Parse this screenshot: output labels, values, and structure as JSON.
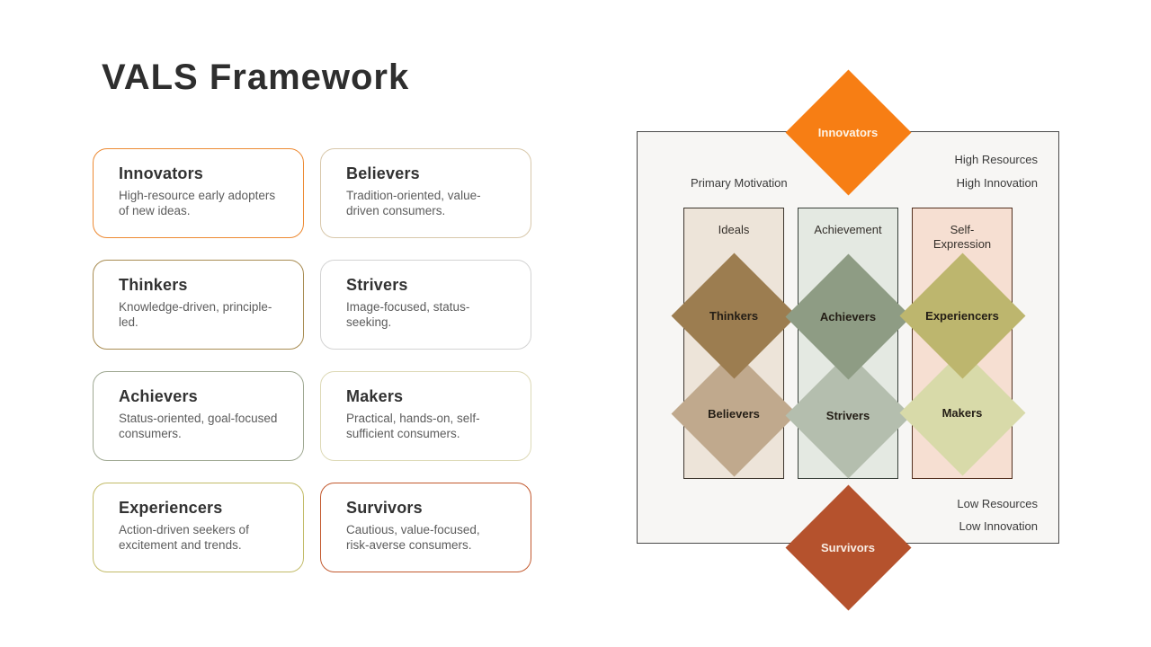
{
  "slide": {
    "title": "VALS Framework"
  },
  "cards": [
    {
      "name": "Innovators",
      "description": "High-resource early adopters of new ideas.",
      "border_color": "#ED8A33"
    },
    {
      "name": "Believers",
      "description": "Tradition-oriented, value-driven consumers.",
      "border_color": "#D8C8AB"
    },
    {
      "name": "Thinkers",
      "description": "Knowledge-driven, principle-led.",
      "border_color": "#A88C52"
    },
    {
      "name": "Strivers",
      "description": "Image-focused, status-seeking.",
      "border_color": "#D3D3D3"
    },
    {
      "name": "Achievers",
      "description": "Status-oriented, goal-focused consumers.",
      "border_color": "#9FA892"
    },
    {
      "name": "Makers",
      "description": "Practical, hands-on, self-sufficient consumers.",
      "border_color": "#DDD9B6"
    },
    {
      "name": "Experiencers",
      "description": "Action-driven seekers of excitement and trends.",
      "border_color": "#C2BB68"
    },
    {
      "name": "Survivors",
      "description": "Cautious, value-focused, risk-averse consumers.",
      "border_color": "#C2592E"
    }
  ],
  "diagram": {
    "panel_bg": "#F7F6F4",
    "labels": {
      "primary_motivation": "Primary Motivation",
      "high_resources": "High Resources",
      "high_innovation": "High Innovation",
      "low_resources": "Low Resources",
      "low_innovation": "Low Innovation"
    },
    "top_diamond": {
      "label": "Innovators",
      "color": "#F77E14",
      "text_color": "#FDF4E8"
    },
    "bottom_diamond": {
      "label": "Survivors",
      "color": "#B5522D",
      "text_color": "#F8EDE4"
    },
    "columns": [
      {
        "label": "Ideals",
        "bg": "#EDE4D9",
        "border_color": "#3C352D"
      },
      {
        "label": "Achievement",
        "bg": "#E4E9E2",
        "border_color": "#39413A"
      },
      {
        "label": "Self-Expression",
        "bg": "#F6DFD2",
        "border_color": "#53301F"
      }
    ],
    "motivation_diamonds": {
      "top_row": [
        {
          "label": "Thinkers",
          "color": "#9C7D50"
        },
        {
          "label": "Achievers",
          "color": "#8E9C84"
        },
        {
          "label": "Experiencers",
          "color": "#BDB66E"
        }
      ],
      "bottom_row": [
        {
          "label": "Believers",
          "color": "#C0A98D"
        },
        {
          "label": "Strivers",
          "color": "#B4BEAE"
        },
        {
          "label": "Makers",
          "color": "#D8DAA9"
        }
      ]
    }
  }
}
